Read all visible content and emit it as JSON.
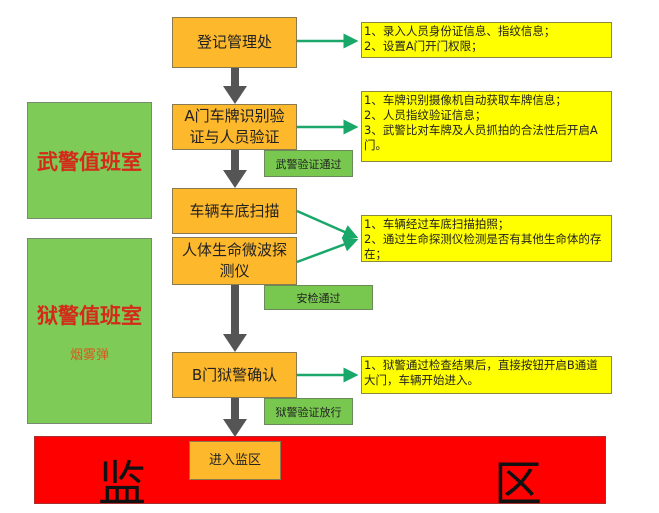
{
  "steps": {
    "register": "登记管理处",
    "gate_a": "A门车牌识别验证与人员验证",
    "undercarriage": "车辆车底扫描",
    "microwave": "人体生命微波探测仪",
    "gate_b": "B门狱警确认",
    "enter": "进入监区"
  },
  "tags": {
    "armed_pass": "武警验证通过",
    "security_pass": "安检通过",
    "guard_pass": "狱警验证放行"
  },
  "rooms": {
    "armed_police": "武警值班室",
    "prison_guard": "狱警值班室",
    "smoke_bomb": "烟雾弹"
  },
  "notes": {
    "n1": [
      "1、录入人员身份证信息、指纹信息；",
      "2、设置A门开门权限；"
    ],
    "n2": [
      "1、车牌识别摄像机自动获取车牌信息；",
      "2、人员指纹验证信息；",
      "3、武警比对车牌及人员抓拍的合法性后开启A门。"
    ],
    "n3": [
      "1、车辆经过车底扫描拍照；",
      "2、通过生命探测仪检测是否有其他生命体的存在；"
    ],
    "n4": [
      "1、狱警通过检查结果后，直接按钮开启B通道大门，车辆开始进入。"
    ]
  },
  "zone": {
    "left": "监",
    "right": "区"
  },
  "colors": {
    "step": "#fdb82c",
    "note": "#ffff00",
    "tag": "#78c850",
    "zone": "#ff0000",
    "arrow_main": "#555555",
    "arrow_side": "#1aa86a"
  }
}
